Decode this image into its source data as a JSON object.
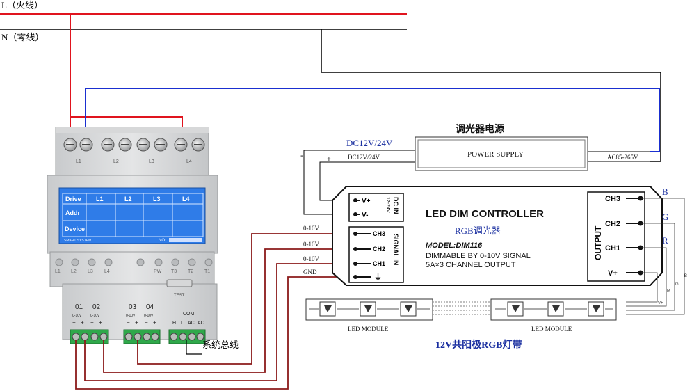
{
  "mains": {
    "live_label": "L（火线）",
    "neutral_label": "N（零线）"
  },
  "module": {
    "top_terminals": [
      "L1",
      "L2",
      "L3",
      "L4"
    ],
    "table_row_headers": [
      "Drive",
      "Addr",
      "Device"
    ],
    "table_columns": [
      "L1",
      "L2",
      "L3",
      "L4"
    ],
    "brand": "SMART SYSTEM",
    "no_label": "NO:",
    "indicators": [
      "L1",
      "L2",
      "L3",
      "L4",
      "PW",
      "T3",
      "T2",
      "T1"
    ],
    "test_label": "TEST",
    "output_groups": [
      "01",
      "02",
      "03",
      "04"
    ],
    "channel_small": [
      "0-10V",
      "0-10V",
      "0-10V",
      "0-10V"
    ],
    "polarity": [
      "−",
      "+"
    ],
    "com_label": "COM",
    "com_pins": [
      "H",
      "L",
      "AC",
      "AC"
    ],
    "bus_label": "系统总线"
  },
  "power_supply": {
    "title": "调光器电源",
    "box_label": "POWER SUPPLY",
    "dc_label_big": "DC12V/24V",
    "dc_label_small": "DC12V/24V",
    "ac_label": "AC85-265V",
    "minus": "-",
    "plus": "+"
  },
  "controller": {
    "title": "LED DIM CONTROLLER",
    "subtitle_cn": "RGB调光器",
    "model": "MODEL:DIM116",
    "line1": "DIMMABLE BY 0-10V SIGNAL",
    "line2": "5A×3 CHANNEL OUTPUT",
    "dcin_pins": [
      "V+",
      "V-"
    ],
    "dcin_label": "DC IN",
    "dcin_sub": "12-24V",
    "signal_pins": [
      "CH3",
      "CH2",
      "CH1",
      "⏚"
    ],
    "signal_label": "SIGNAL IN",
    "signal_wires": [
      "0-10V",
      "0-10V",
      "0-10V",
      "GND"
    ],
    "output_pins": [
      "CH3",
      "CH2",
      "CH1",
      "V+"
    ],
    "output_label": "OUTPUT",
    "rgb_labels": [
      "B",
      "G",
      "R"
    ]
  },
  "led_strip": {
    "module_labels": [
      "LED MODULE",
      "LED MODULE"
    ],
    "caption": "12V共阳极RGB灯带",
    "tail_labels": [
      "V+",
      "R",
      "G",
      "B"
    ]
  },
  "colors": {
    "live": "#e0141e",
    "neutral": "#000000",
    "link": "#1a2fd0",
    "signal": "#8b1a1a",
    "accent_text": "#1a2fa0"
  }
}
